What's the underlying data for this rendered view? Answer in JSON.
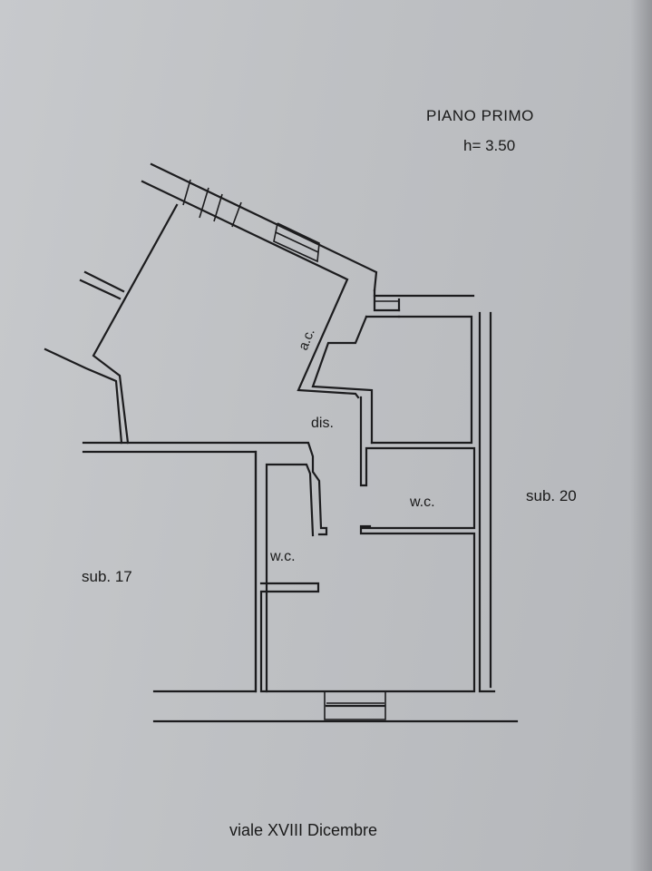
{
  "header": {
    "floor": "PIANO PRIMO",
    "height": "h= 3.50"
  },
  "rooms": {
    "ac": "a.c.",
    "dis": "dis.",
    "wc_right": "w.c.",
    "wc_left": "w.c."
  },
  "neighbors": {
    "left": "sub. 17",
    "right": "sub. 20"
  },
  "street": "viale XVIII Dicembre"
}
